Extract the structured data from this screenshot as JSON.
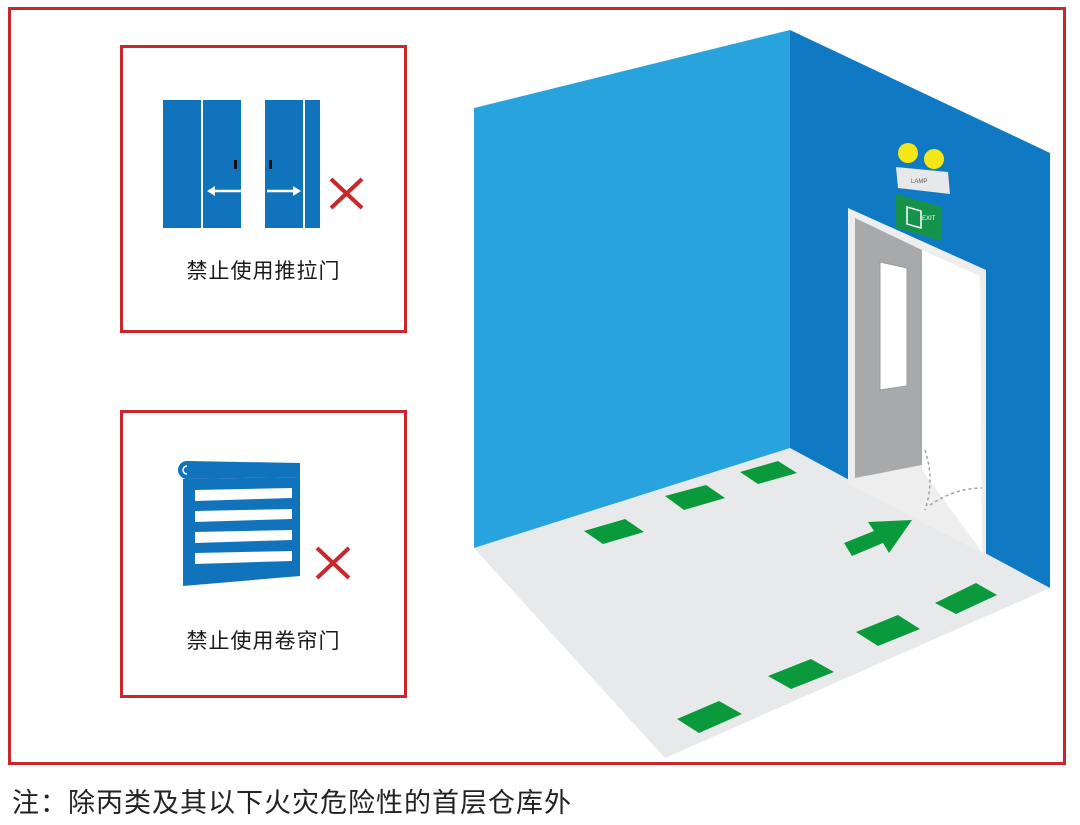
{
  "panels": {
    "sliding": {
      "caption": "禁止使用推拉门",
      "status": "prohibited"
    },
    "rolling": {
      "caption": "禁止使用卷帘门",
      "status": "prohibited"
    }
  },
  "room": {
    "lamp_label": "LAMP",
    "exit_sign_text": "EXIT"
  },
  "footnote": "注：除丙类及其以下火灾危险性的首层仓库外",
  "colors": {
    "frame_red": "#c8272c",
    "wall_light": "#29a3dd",
    "wall_dark": "#0f79c4",
    "floor": "#e8e9eb",
    "marker_green": "#0a9a3c",
    "door_blue": "#1273bd"
  }
}
